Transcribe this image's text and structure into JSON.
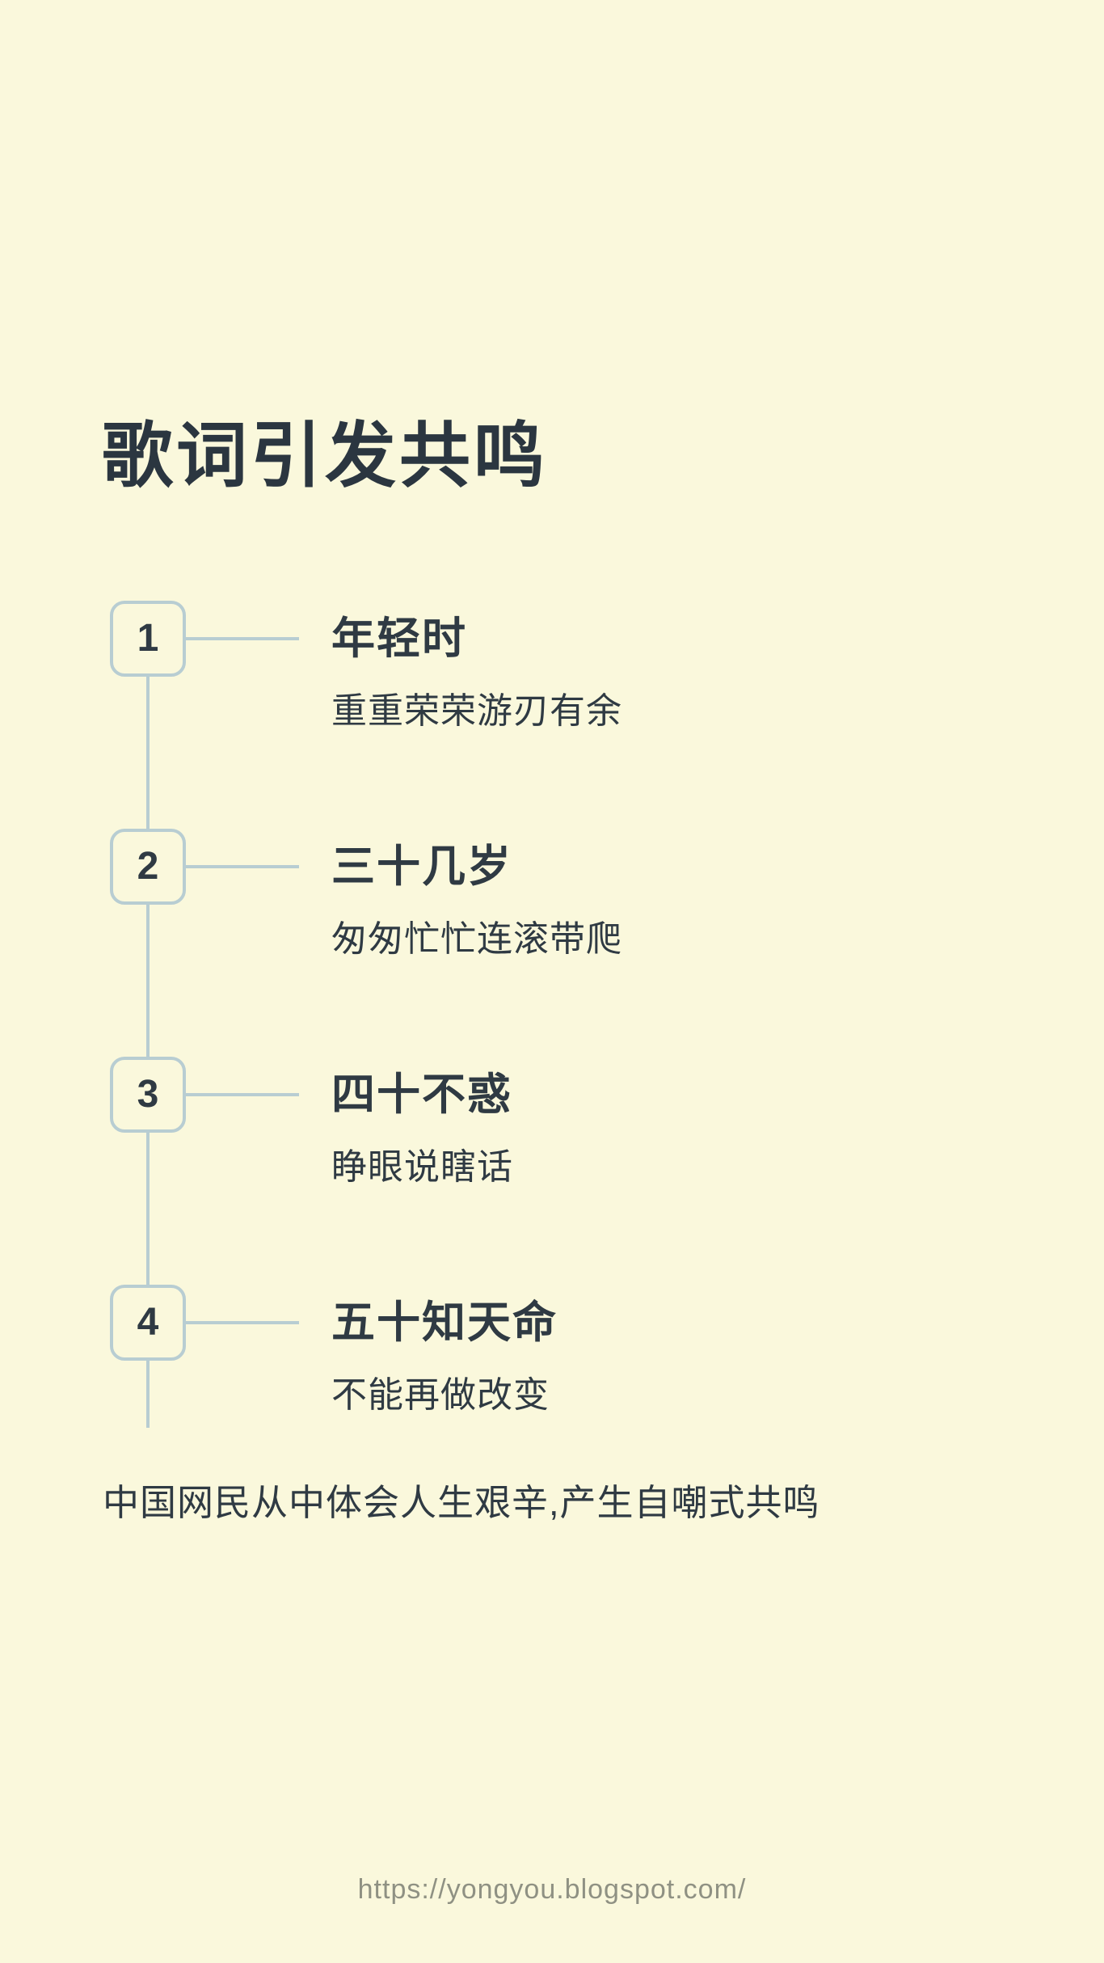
{
  "title": "歌词引发共鸣",
  "steps": [
    {
      "number": "1",
      "heading": "年轻时",
      "subtitle": "重重荣荣游刃有余"
    },
    {
      "number": "2",
      "heading": "三十几岁",
      "subtitle": "匆匆忙忙连滚带爬"
    },
    {
      "number": "3",
      "heading": "四十不惑",
      "subtitle": "睁眼说瞎话"
    },
    {
      "number": "4",
      "heading": "五十知天命",
      "subtitle": "不能再做改变"
    }
  ],
  "summary": "中国网民从中体会人生艰辛,产生自嘲式共鸣",
  "footer": {
    "url": "https://yongyou.blogspot.com/"
  },
  "colors": {
    "background": "#FAF8DC",
    "text": "#2F3A43",
    "accent": "#B8CDD2",
    "footer_text": "#8F9183"
  }
}
